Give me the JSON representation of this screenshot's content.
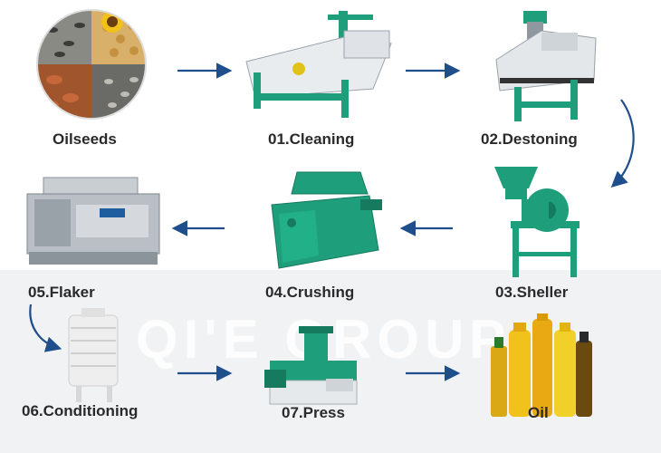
{
  "watermark": "QI'E GROUP",
  "colors": {
    "machine": "#1e9e7b",
    "machine_dark": "#157a5e",
    "arrow": "#1f4e8c",
    "oil": "#e2a91a"
  },
  "steps": [
    {
      "id": "oilseeds",
      "label": "Oilseeds"
    },
    {
      "id": "cleaning",
      "label": "01.Cleaning"
    },
    {
      "id": "destoning",
      "label": "02.Destoning"
    },
    {
      "id": "sheller",
      "label": "03.Sheller"
    },
    {
      "id": "crushing",
      "label": "04.Crushing"
    },
    {
      "id": "flaker",
      "label": "05.Flaker"
    },
    {
      "id": "conditioning",
      "label": "06.Conditioning"
    },
    {
      "id": "press",
      "label": "07.Press"
    },
    {
      "id": "oil",
      "label": "Oil"
    }
  ]
}
